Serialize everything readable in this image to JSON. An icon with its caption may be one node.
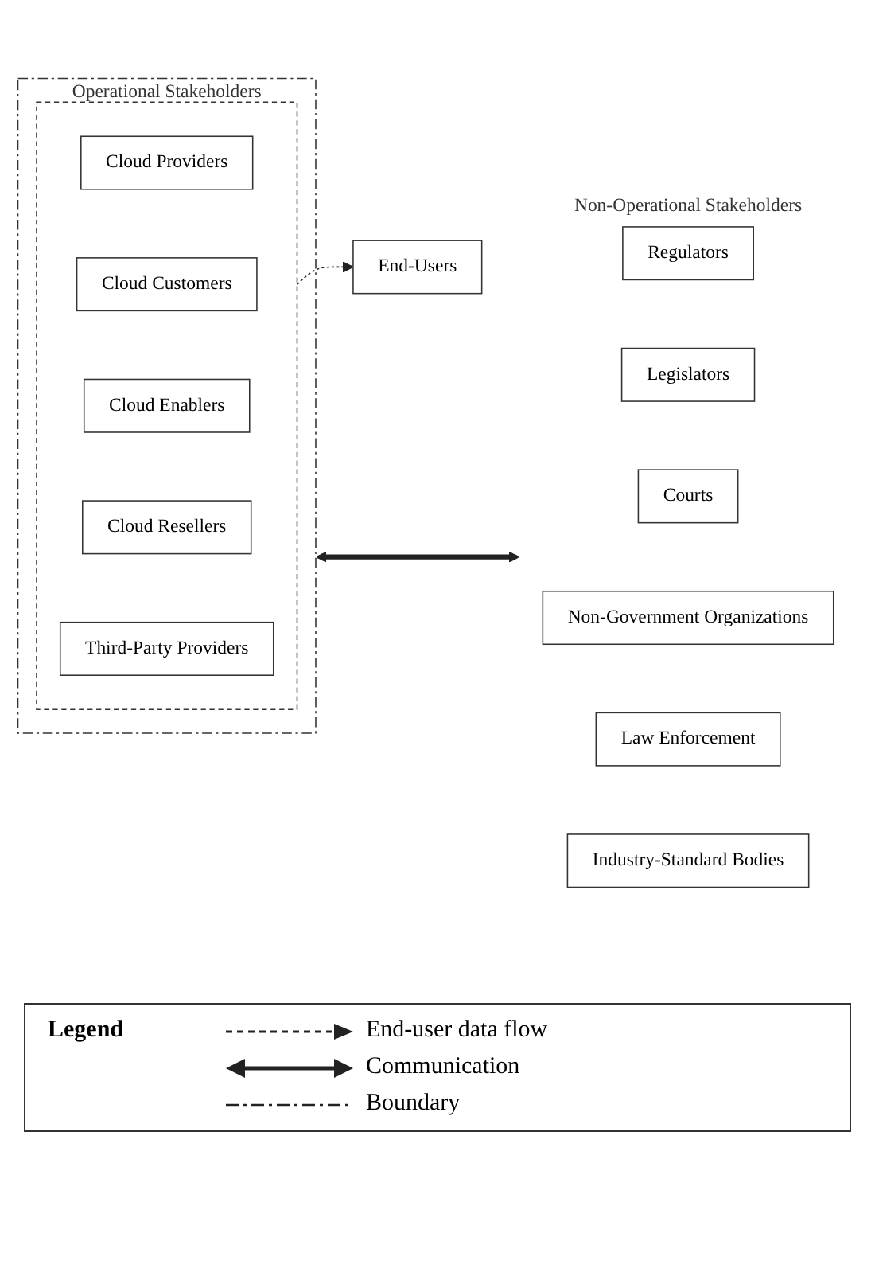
{
  "diagram": {
    "nodes": [
      {
        "text": [
          "Operational Stakeholders"
        ]
      },
      {
        "text": [],
        "shape": "box",
        "in": 0
      },
      {
        "text": [
          "Cloud Providers"
        ],
        "in": 1
      },
      {
        "text": [
          "Cloud Customers"
        ],
        "in": 1
      },
      {
        "text": [
          "Cloud Enablers"
        ],
        "in": 1
      },
      {
        "text": [
          "Cloud Resellers"
        ],
        "in": 1
      },
      {
        "text": [
          "Third-Party Providers"
        ],
        "in": 1
      },
      {
        "text": [
          "Non-Operational Stakeholders"
        ]
      },
      {
        "text": [
          "Regulators"
        ],
        "in": 7
      },
      {
        "text": [
          "Legislators"
        ],
        "in": 7
      },
      {
        "text": [
          "Courts"
        ],
        "in": 7
      },
      {
        "text": [
          "Non-Government Organizations"
        ],
        "in": 7
      },
      {
        "text": [
          "Law Enforcement"
        ],
        "in": 7
      },
      {
        "text": [
          "Industry-Standard Bodies"
        ],
        "in": 7
      },
      {
        "text": [
          "End-Users"
        ]
      }
    ],
    "edges": [
      {
        "from": 1,
        "to": 14,
        "arrow": "to",
        "style": "dashed"
      },
      {
        "from": 0,
        "to": 7,
        "arrow": "both",
        "style": "thick"
      }
    ],
    "labels": [
      "Legend"
    ],
    "legend": [
      {
        "text": "End-user data flow"
      },
      {
        "text": "Communication"
      },
      {
        "text": "Boundary"
      }
    ]
  }
}
